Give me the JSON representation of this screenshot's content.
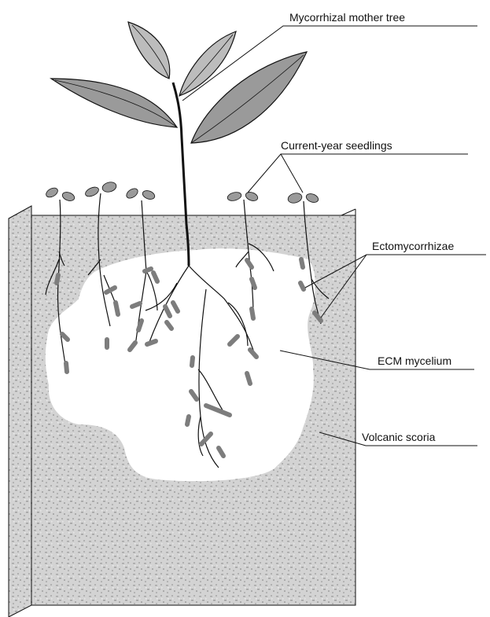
{
  "labels": {
    "mother_tree": "Mycorrhizal mother tree",
    "seedlings": "Current-year seedlings",
    "ectomycorrhizae": "Ectomycorrhizae",
    "mycelium": "ECM mycelium",
    "scoria": "Volcanic scoria"
  },
  "colors": {
    "scoria_fill": "#cfcfcf",
    "mycelium_fill": "#ffffff",
    "mycorrhiza_tip": "#7d7d7d",
    "leaf_dark": "#9a9a9a",
    "leaf_light": "#bcbcbc",
    "outline": "#111111"
  }
}
